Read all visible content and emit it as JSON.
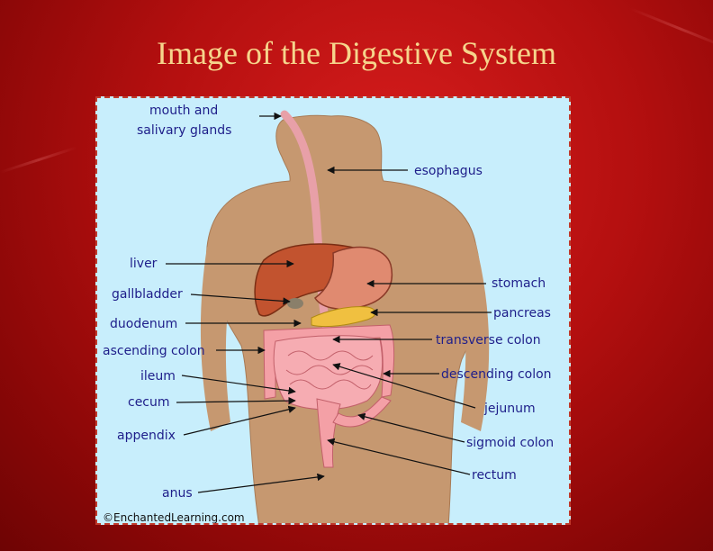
{
  "slide": {
    "title": "Image of the Digestive System",
    "background_color": "#b30f0f",
    "title_color": "#f6d58c"
  },
  "diagram": {
    "panel_color": "#c8eefc",
    "skin_color": "#c69870",
    "label_color": "#1e1e8a",
    "labels": {
      "mouth_line1": "mouth and",
      "mouth_line2": "salivary glands",
      "esophagus": "esophagus",
      "liver": "liver",
      "stomach": "stomach",
      "gallbladder": "gallbladder",
      "pancreas": "pancreas",
      "duodenum": "duodenum",
      "transverse_colon": "transverse colon",
      "ascending_colon": "ascending colon",
      "descending_colon": "descending colon",
      "ileum": "ileum",
      "jejunum": "jejunum",
      "cecum": "cecum",
      "appendix": "appendix",
      "sigmoid_colon": "sigmoid colon",
      "rectum": "rectum",
      "anus": "anus"
    },
    "credit": "©EnchantedLearning.com"
  }
}
